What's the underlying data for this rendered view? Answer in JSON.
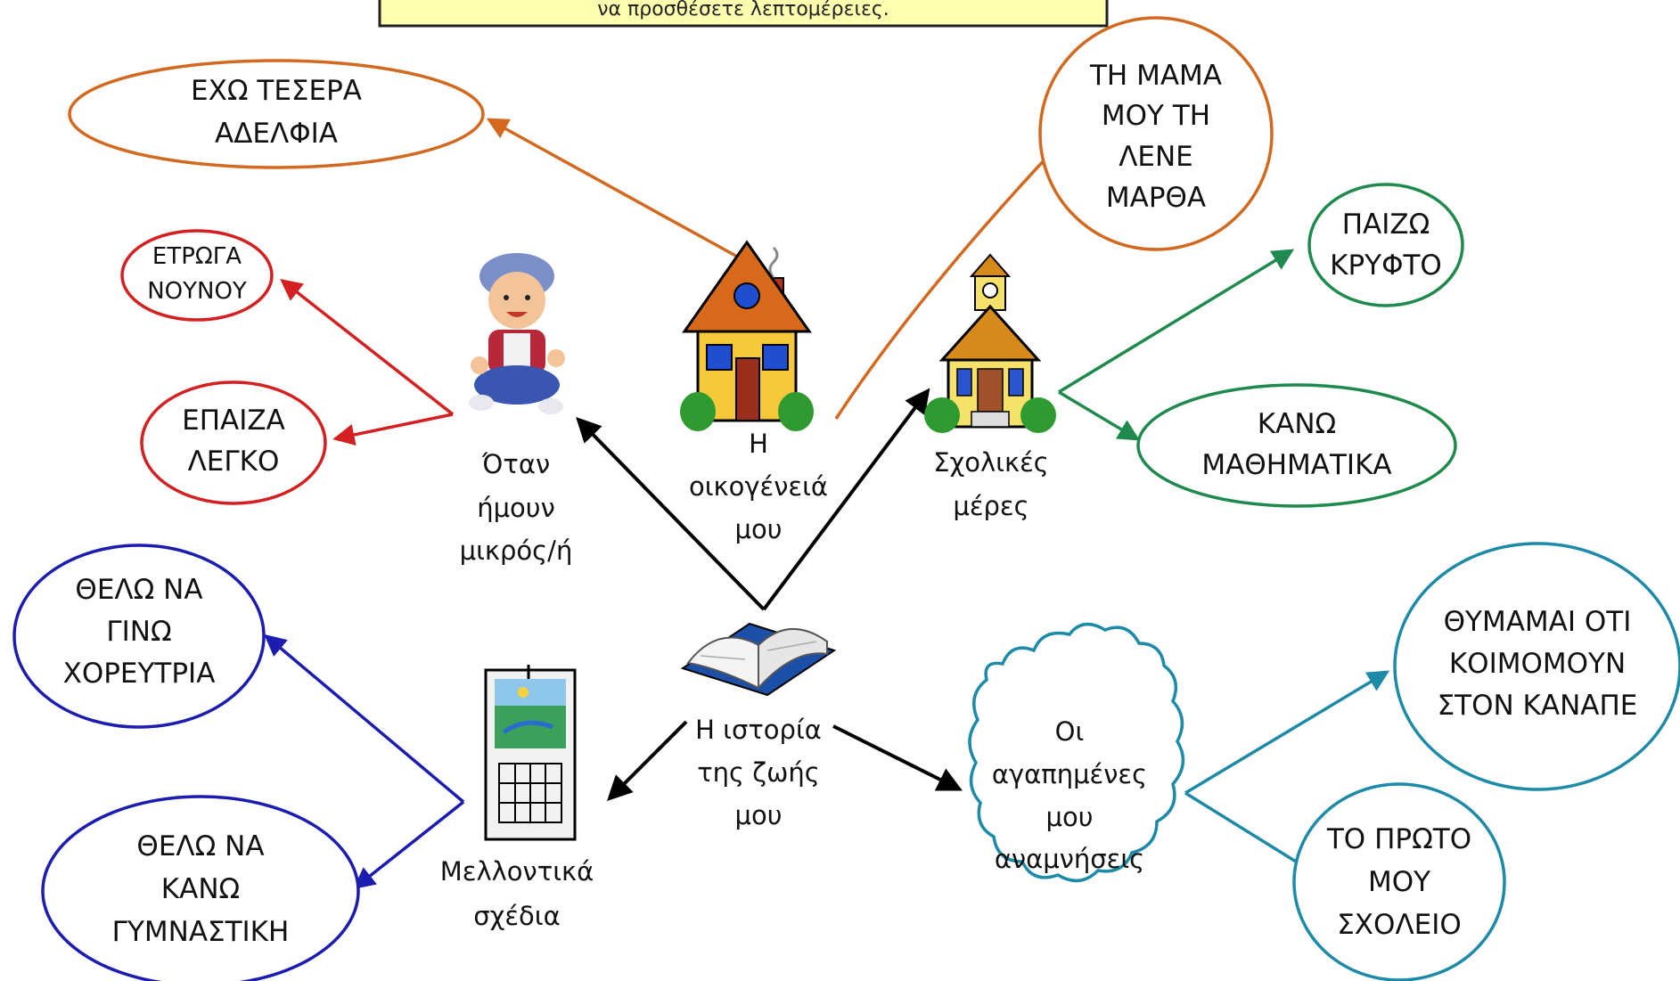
{
  "banner": {
    "text": "να προσθέσετε λεπτομέρειες."
  },
  "center": {
    "lines": [
      "Η ιστορία",
      "της ζωής",
      "μου"
    ]
  },
  "branches": {
    "family": {
      "label": [
        "Η",
        "οικογένειά",
        "μου"
      ],
      "color": "#d2691e",
      "items": [
        [
          "ΕΧΩ ΤΕΣΕΡΑ",
          "ΑΔΕΛΦΙΑ"
        ],
        [
          "ΤΗ ΜΑΜΑ",
          "ΜΟΥ ΤΗ",
          "ΛΕΝΕ",
          "ΜΑΡΘΑ"
        ]
      ]
    },
    "childhood": {
      "label": [
        "Όταν",
        "ήμουν",
        "μικρός/ή"
      ],
      "color": "#d42020",
      "items": [
        [
          "ΕΤΡΩΓΑ",
          "ΝΟΥΝΟΥ"
        ],
        [
          "ΕΠΑΙΖΑ",
          "ΛΕΓΚΟ"
        ]
      ]
    },
    "school": {
      "label": [
        "Σχολικές",
        "μέρες"
      ],
      "color": "#1e8a4e",
      "items": [
        [
          "ΠΑΙΖΩ",
          "ΚΡΥΦΤΟ"
        ],
        [
          "ΚΑΝΩ",
          "ΜΑΘΗΜΑΤΙΚΑ"
        ]
      ]
    },
    "future": {
      "label": [
        "Μελλοντικά",
        "σχέδια"
      ],
      "color": "#1c1cb0",
      "items": [
        [
          "ΘΕΛΩ ΝΑ",
          "ΓΙΝΩ",
          "ΧΟΡΕΥΤΡΙΑ"
        ],
        [
          "ΘΕΛΩ ΝΑ",
          "ΚΑΝΩ",
          "ΓΥΜΝΑΣΤΙΚΗ"
        ]
      ]
    },
    "memories": {
      "label": [
        "Οι",
        "αγαπημένες",
        "μου",
        "αναμνήσεις"
      ],
      "color": "#1d8aa8",
      "items": [
        [
          "ΘΥΜΑΜΑΙ ΟΤΙ",
          "ΚΟΙΜΟΜΟΥΝ",
          "ΣΤΟΝ ΚΑΝΑΠΕ"
        ],
        [
          "ΤΟ ΠΡΩΤΟ",
          "ΜΟΥ",
          "ΣΧΟΛΕΙΟ"
        ]
      ]
    }
  },
  "icons": [
    "house-icon",
    "baby-icon",
    "school-icon",
    "book-icon",
    "calendar-icon"
  ]
}
